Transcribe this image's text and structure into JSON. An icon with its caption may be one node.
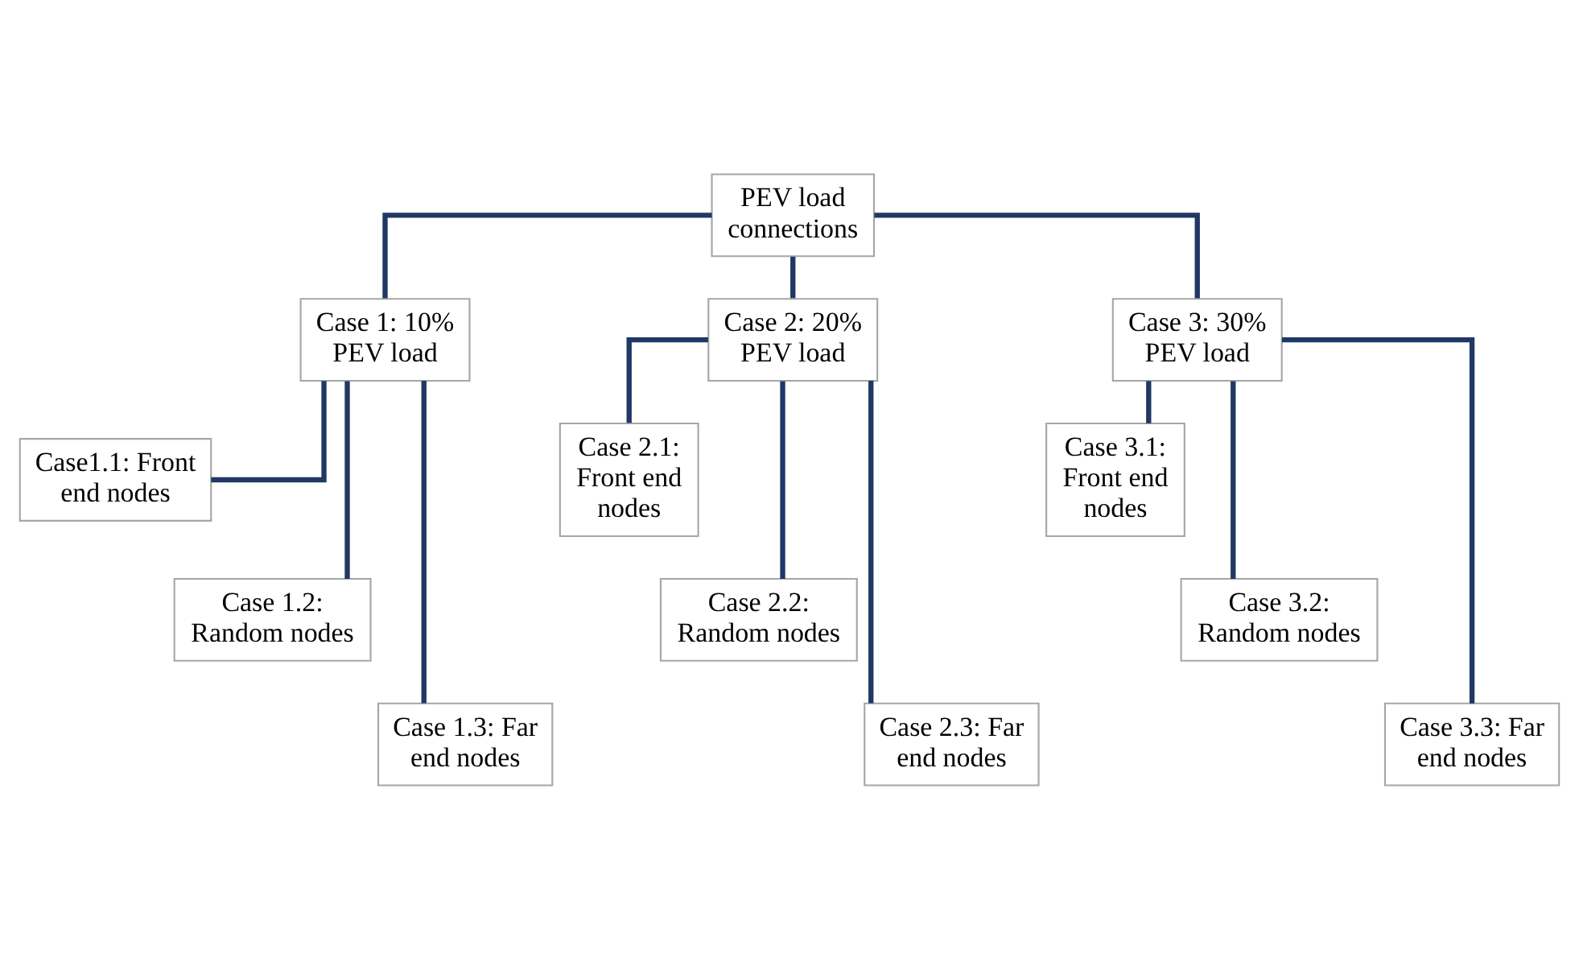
{
  "diagram": {
    "nodes": [
      {
        "text": [
          "PEV load connections"
        ]
      },
      {
        "text": [
          "Case 1: 10% PEV load"
        ]
      },
      {
        "text": [
          "Case 2: 20% PEV load"
        ]
      },
      {
        "text": [
          "Case 3: 30% PEV load"
        ]
      },
      {
        "text": [
          "Case1.1: Front end nodes"
        ]
      },
      {
        "text": [
          "Case 1.2: Random nodes"
        ]
      },
      {
        "text": [
          "Case 1.3: Far end nodes"
        ]
      },
      {
        "text": [
          "Case 2.1: Front end nodes"
        ]
      },
      {
        "text": [
          "Case 2.2: Random nodes"
        ]
      },
      {
        "text": [
          "Case 2.3: Far end nodes"
        ]
      },
      {
        "text": [
          "Case 3.1: Front end nodes"
        ]
      },
      {
        "text": [
          "Case 3.2: Random nodes"
        ]
      },
      {
        "text": [
          "Case 3.3: Far end nodes"
        ]
      }
    ],
    "edges": [
      {
        "from": 0,
        "to": 1,
        "arrow": "none"
      },
      {
        "from": 0,
        "to": 2,
        "arrow": "none"
      },
      {
        "from": 0,
        "to": 3,
        "arrow": "none"
      },
      {
        "from": 1,
        "to": 4,
        "arrow": "none"
      },
      {
        "from": 1,
        "to": 5,
        "arrow": "none"
      },
      {
        "from": 1,
        "to": 6,
        "arrow": "none"
      },
      {
        "from": 2,
        "to": 7,
        "arrow": "none"
      },
      {
        "from": 2,
        "to": 8,
        "arrow": "none"
      },
      {
        "from": 2,
        "to": 9,
        "arrow": "none"
      },
      {
        "from": 3,
        "to": 10,
        "arrow": "none"
      },
      {
        "from": 3,
        "to": 11,
        "arrow": "none"
      },
      {
        "from": 3,
        "to": 12,
        "arrow": "none"
      }
    ]
  }
}
